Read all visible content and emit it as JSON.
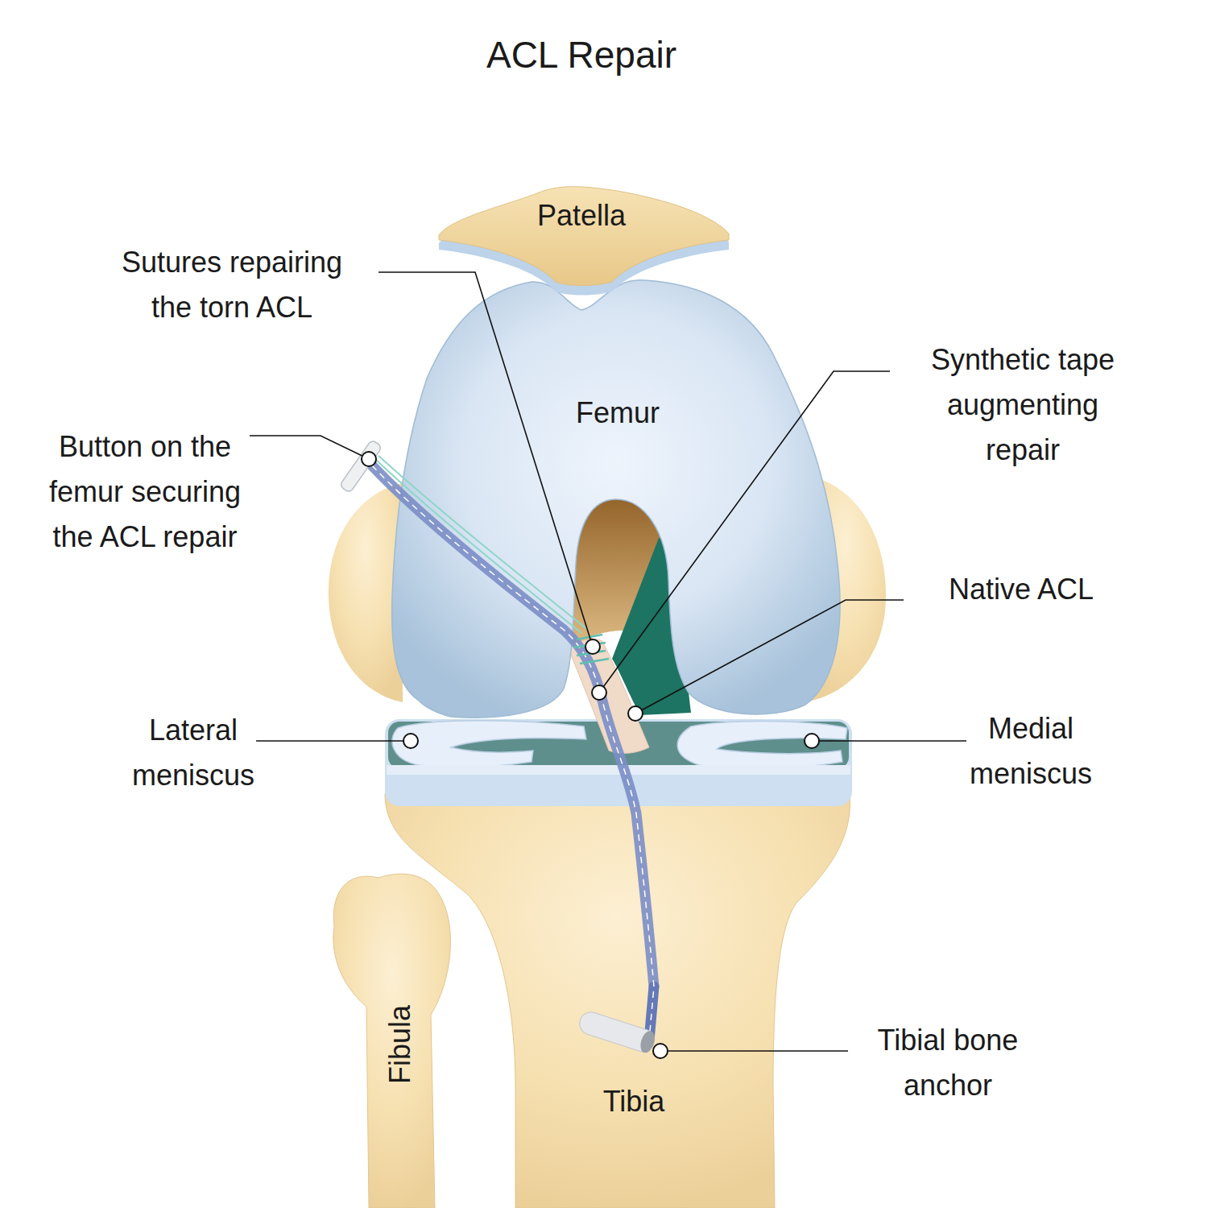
{
  "diagram": {
    "title": "ACL Repair",
    "labels": [
      "Patella",
      "Sutures repairing the torn ACL",
      "Synthetic tape augmenting repair",
      "Femur",
      "Button on the femur securing the ACL repair",
      "Native ACL",
      "Lateral meniscus",
      "Medial meniscus",
      "Fibula",
      "Tibial bone anchor",
      "Tibia"
    ]
  }
}
